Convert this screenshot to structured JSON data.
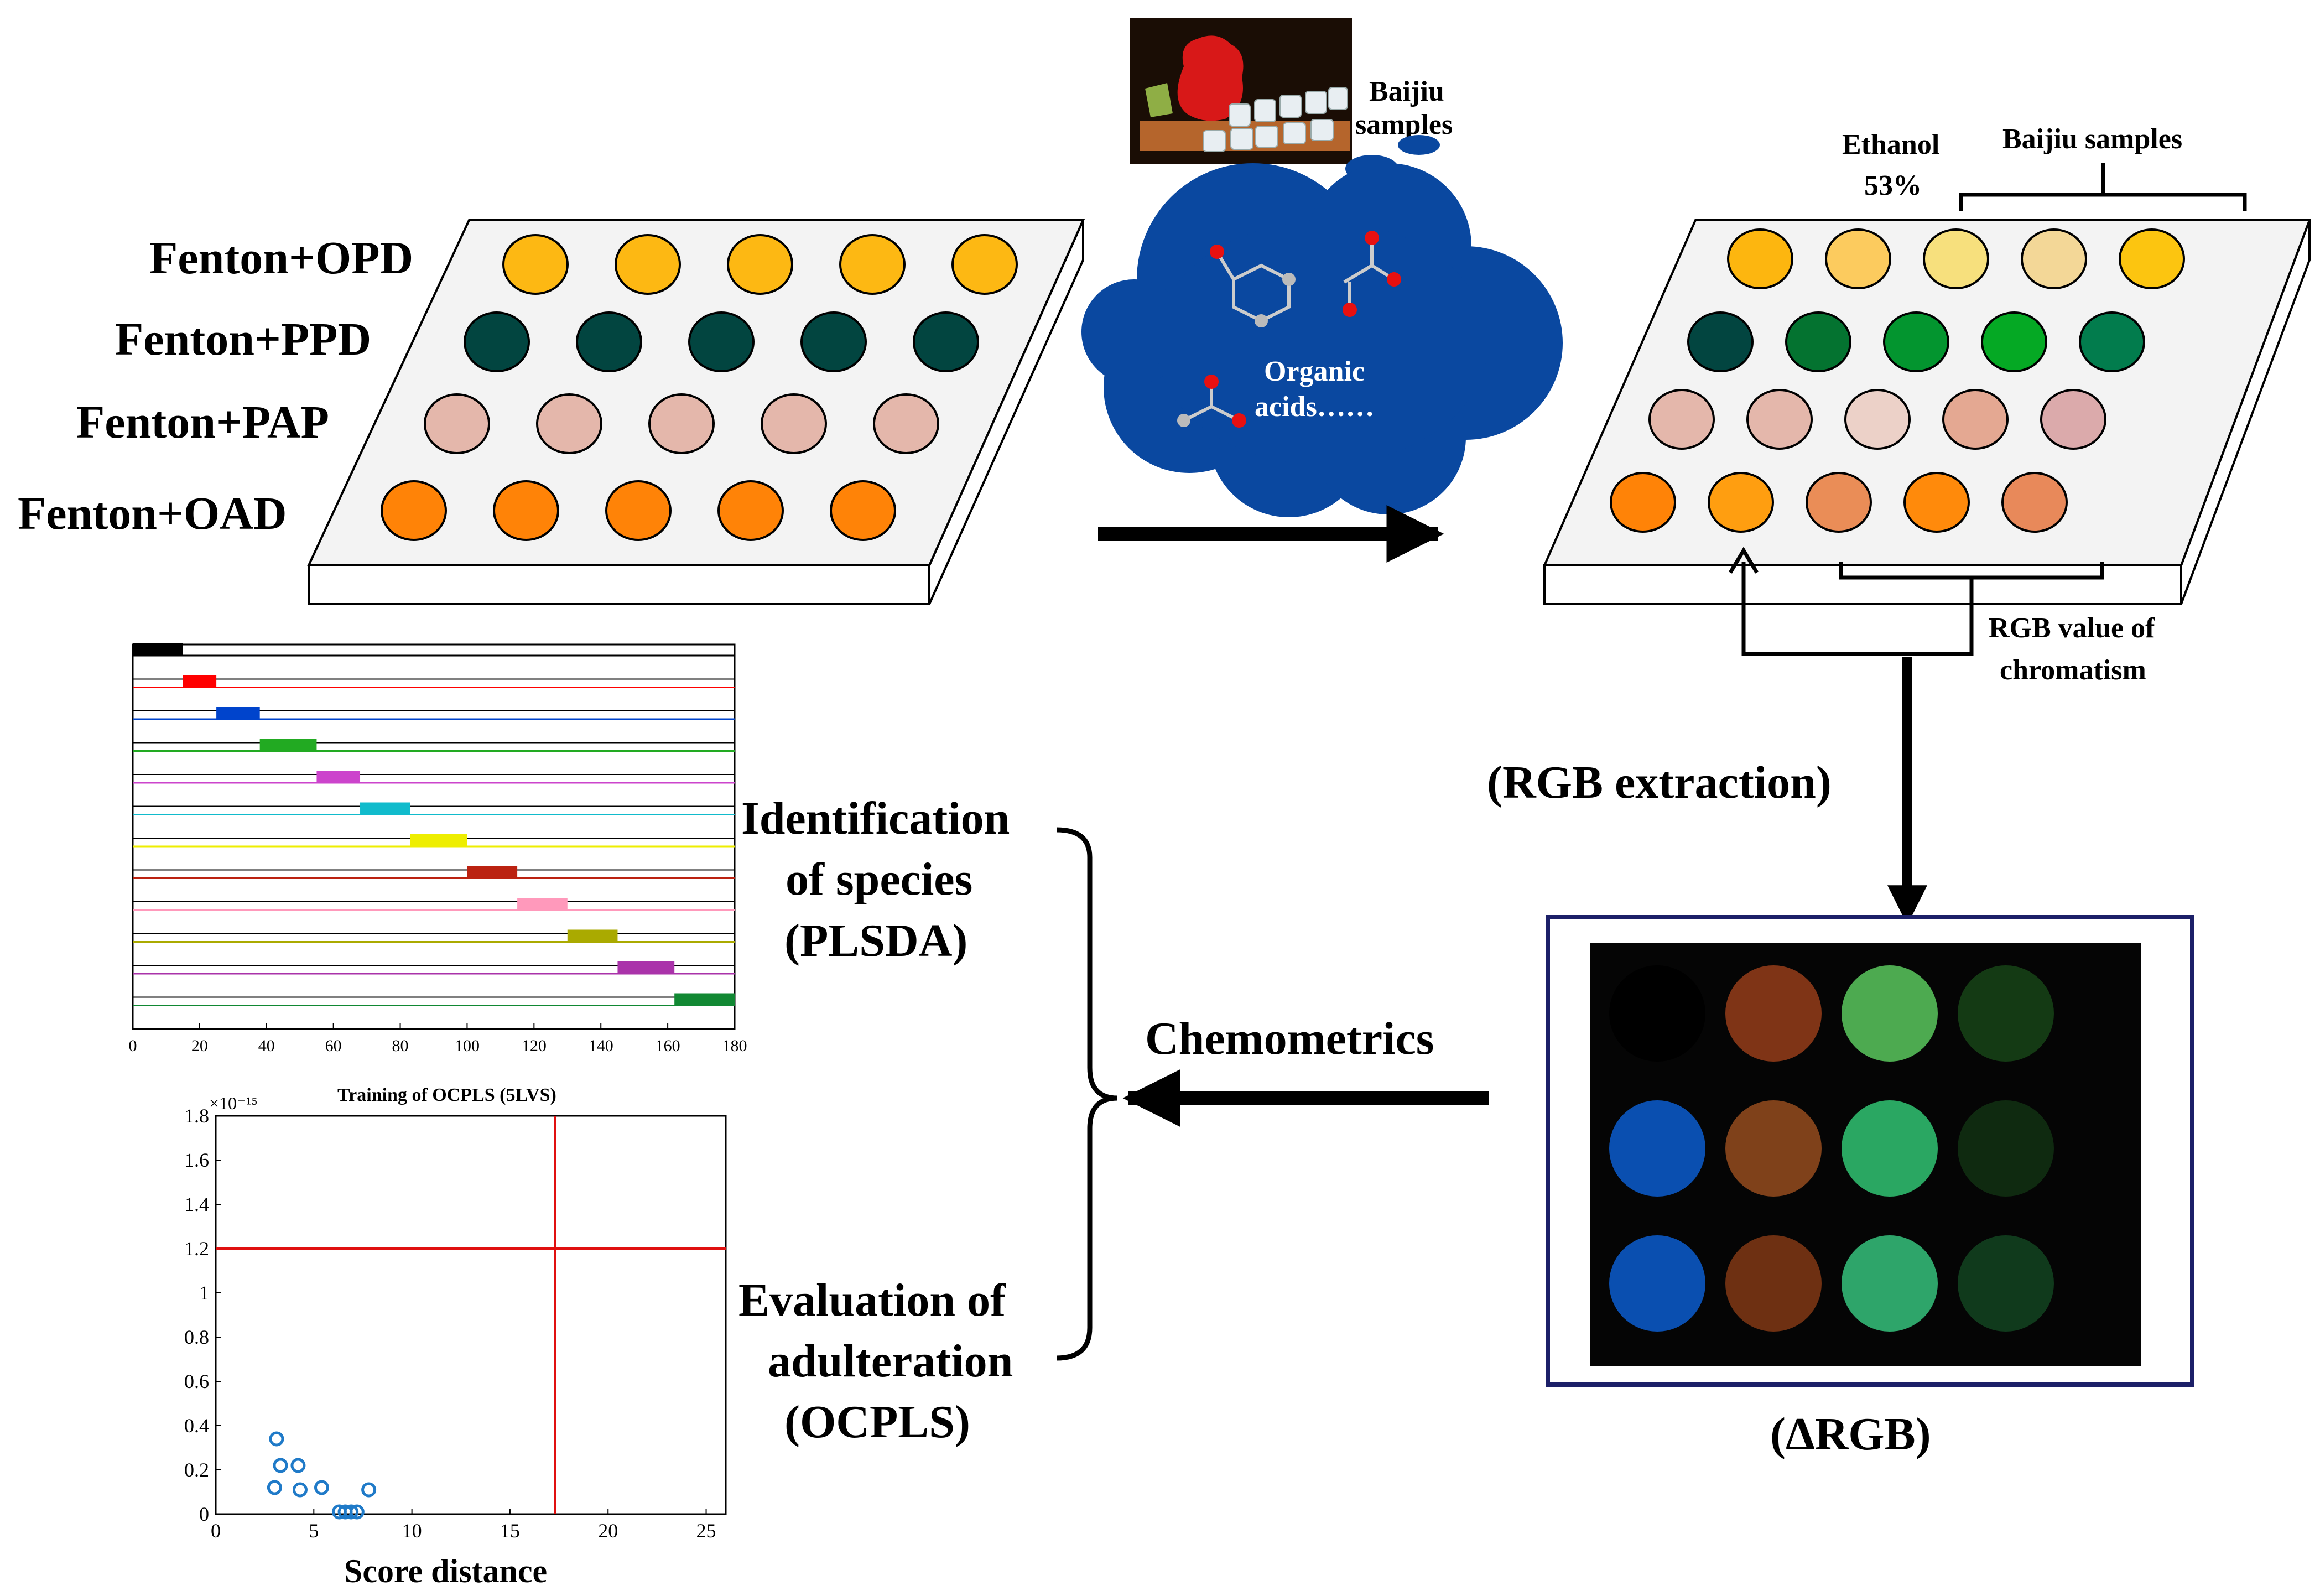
{
  "plate_left": {
    "rows": [
      {
        "label": "Fenton+OPD",
        "colors": [
          "#fdb813",
          "#fdb813",
          "#fdb813",
          "#fdb813",
          "#fdb813"
        ]
      },
      {
        "label": "Fenton+PPD",
        "colors": [
          "#024540",
          "#024540",
          "#024540",
          "#024540",
          "#024540"
        ]
      },
      {
        "label": "Fenton+PAP",
        "colors": [
          "#e4b7ab",
          "#e4b7ab",
          "#e4b7ab",
          "#e4b7ab",
          "#e4b7ab"
        ]
      },
      {
        "label": "Fenton+OAD",
        "colors": [
          "#ff8307",
          "#ff8307",
          "#ff8307",
          "#ff8307",
          "#ff8307"
        ]
      }
    ]
  },
  "plate_right": {
    "rows": [
      {
        "colors": [
          "#fdb60f",
          "#fccb5e",
          "#f7e07d",
          "#f3d797",
          "#fcc510"
        ]
      },
      {
        "colors": [
          "#024540",
          "#047330",
          "#03952f",
          "#05a924",
          "#027c4d"
        ]
      },
      {
        "colors": [
          "#e4b7ab",
          "#e4b7ab",
          "#ecd1c8",
          "#e4a892",
          "#dbaaab"
        ]
      },
      {
        "colors": [
          "#ff8307",
          "#ff9e10",
          "#ea8d57",
          "#ff8a0b",
          "#e8895a"
        ]
      }
    ],
    "ethanol_label_1": "Ethanol",
    "ethanol_label_2": "53%",
    "baijiu_samples_label": "Baijiu samples",
    "rgb_value_label_1": "RGB value of",
    "rgb_value_label_2": "chromatism"
  },
  "baijiu_photo": {
    "label_1": "Baijiu",
    "label_2": "samples"
  },
  "cloud": {
    "text_1": "Organic",
    "text_2": "acids……"
  },
  "rgb_extraction_label": "(RGB extraction)",
  "delta_rgb": {
    "caption": "(ΔRGB)",
    "rows": [
      [
        "#000000",
        "#7f3416",
        "#4daa50",
        "#143a14"
      ],
      [
        "#0a4fb0",
        "#7f411a",
        "#2aa762",
        "#0f2a10"
      ],
      [
        "#0a4fb0",
        "#6e3012",
        "#2ea56a",
        "#103a1c"
      ]
    ]
  },
  "chemometrics_label": "Chemometrics",
  "identification": {
    "line1": "Identification",
    "line2": "of species",
    "line3": "(PLSDA)"
  },
  "evaluation": {
    "line1": "Evaluation of",
    "line2": "adulteration",
    "line3": "(OCPLS)"
  },
  "plsda_chart": {
    "x_ticks": [
      "0",
      "20",
      "40",
      "60",
      "80",
      "100",
      "120",
      "140",
      "160",
      "180"
    ],
    "xlim": [
      0,
      180
    ],
    "series_colors": [
      "#000000",
      "#ff0000",
      "#0044cc",
      "#22aa22",
      "#cc44cc",
      "#11bbcc",
      "#eeee00",
      "#bb2211",
      "#ff99bb",
      "#aaaa00",
      "#aa33aa",
      "#118833"
    ],
    "blocks": [
      [
        0,
        15
      ],
      [
        15,
        25
      ],
      [
        25,
        38
      ],
      [
        38,
        55
      ],
      [
        55,
        68
      ],
      [
        68,
        83
      ],
      [
        83,
        100
      ],
      [
        100,
        115
      ],
      [
        115,
        130
      ],
      [
        130,
        145
      ],
      [
        145,
        162
      ],
      [
        162,
        180
      ]
    ]
  },
  "chart_data": {
    "type": "scatter",
    "title": "Training of OCPLS (5LVS)",
    "xlabel": "Score distance",
    "ylabel": "",
    "y_exponent": "×10⁻¹⁵",
    "xlim": [
      0,
      26
    ],
    "ylim": [
      0,
      1.8
    ],
    "x_ticks": [
      "0",
      "5",
      "10",
      "15",
      "20",
      "25"
    ],
    "y_ticks": [
      "0",
      "0.2",
      "0.4",
      "0.6",
      "0.8",
      "1",
      "1.2",
      "1.4",
      "1.6",
      "1.8"
    ],
    "threshold_x": 17.3,
    "threshold_y": 1.2,
    "points": [
      {
        "x": 3.1,
        "y": 0.34
      },
      {
        "x": 3.3,
        "y": 0.22
      },
      {
        "x": 4.2,
        "y": 0.22
      },
      {
        "x": 3.0,
        "y": 0.12
      },
      {
        "x": 4.3,
        "y": 0.11
      },
      {
        "x": 5.4,
        "y": 0.12
      },
      {
        "x": 7.8,
        "y": 0.11
      },
      {
        "x": 6.3,
        "y": 0.01
      },
      {
        "x": 6.6,
        "y": 0.01
      },
      {
        "x": 6.9,
        "y": 0.01
      },
      {
        "x": 7.2,
        "y": 0.01
      }
    ],
    "grid": false
  }
}
